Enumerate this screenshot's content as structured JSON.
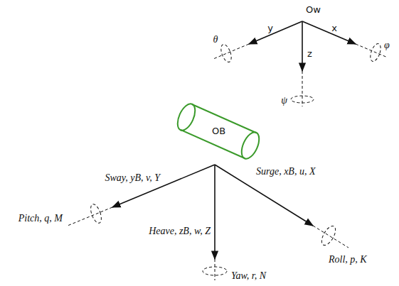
{
  "diagram": {
    "labels": [
      "y",
      "x",
      "z",
      "θ",
      "φ",
      "ψ",
      "Ow",
      "OB",
      "Sway, yB, v, Y",
      "Surge, xB, u, X",
      "Heave, zB, w, Z",
      "Pitch, q, M",
      "Roll, p, K",
      "Yaw, r, N"
    ]
  }
}
